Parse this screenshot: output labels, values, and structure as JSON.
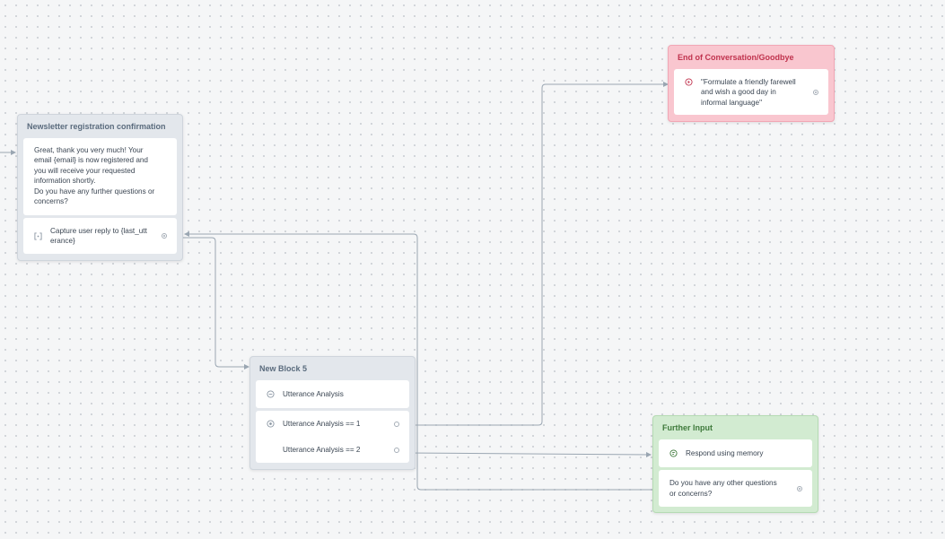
{
  "blocks": {
    "newsletter": {
      "title": "Newsletter registration confirmation",
      "message_lines": [
        "Great, thank you very much! Your",
        "email {email} is now registered and",
        "you will receive your requested",
        "information shortly.",
        "Do you have any further questions or",
        "concerns?"
      ],
      "capture_line1": "Capture user reply to {last_utt",
      "capture_line2": "erance}",
      "capture_icon": "capture-brackets-icon"
    },
    "goodbye": {
      "title": "End of Conversation/Goodbye",
      "prompt_line1": "\"Formulate a friendly farewell",
      "prompt_line2": "and wish a good day in",
      "prompt_line3": "informal language\"",
      "prompt_icon": "ai-prompt-icon"
    },
    "block5": {
      "title": "New Block 5",
      "analysis_label": "Utterance Analysis",
      "analysis_icon": "analysis-icon",
      "condition1": "Utterance Analysis == 1",
      "condition2": "Utterance Analysis == 2",
      "condition_icon": "condition-icon"
    },
    "further": {
      "title": "Further Input",
      "respond_label": "Respond using memory",
      "respond_icon": "memory-chat-icon",
      "question_line1": "Do you have any other questions",
      "question_line2": "or concerns?"
    }
  },
  "colors": {
    "grey_block": "#e3e7ec",
    "pink_block": "#f9c6cf",
    "pink_title": "#c0334e",
    "green_block": "#d2ebd1",
    "green_title": "#3f7a3c",
    "connector": "#9aa6b2"
  }
}
